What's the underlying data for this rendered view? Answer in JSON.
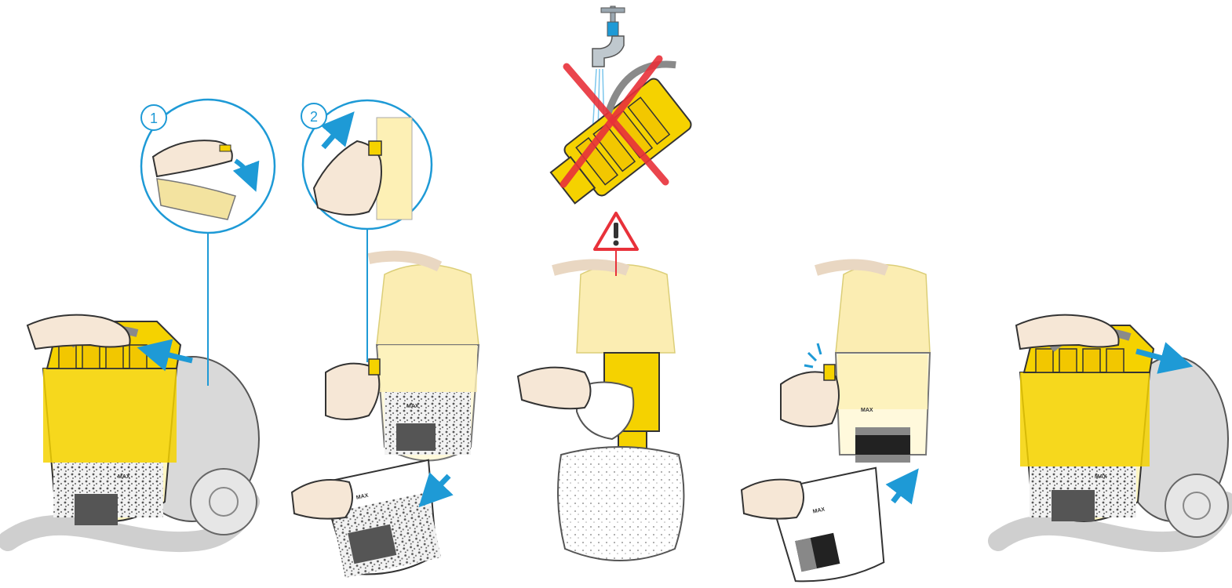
{
  "steps": [
    {
      "label": "1"
    },
    {
      "label": "2"
    }
  ],
  "markings": {
    "max_label": "MAX"
  },
  "colors": {
    "accent_blue": "#1e9ad6",
    "product_yellow": "#f5d200",
    "yellow_faded": "#fbecaa",
    "warning_red": "#e8313a",
    "outline": "#333333",
    "grey_body": "#c8c8c8",
    "skin": "#f6e7d6"
  },
  "icons": [
    "arrow-icon",
    "warning-triangle-icon",
    "cross-out-icon",
    "tap-icon",
    "click-sound-icon"
  ]
}
